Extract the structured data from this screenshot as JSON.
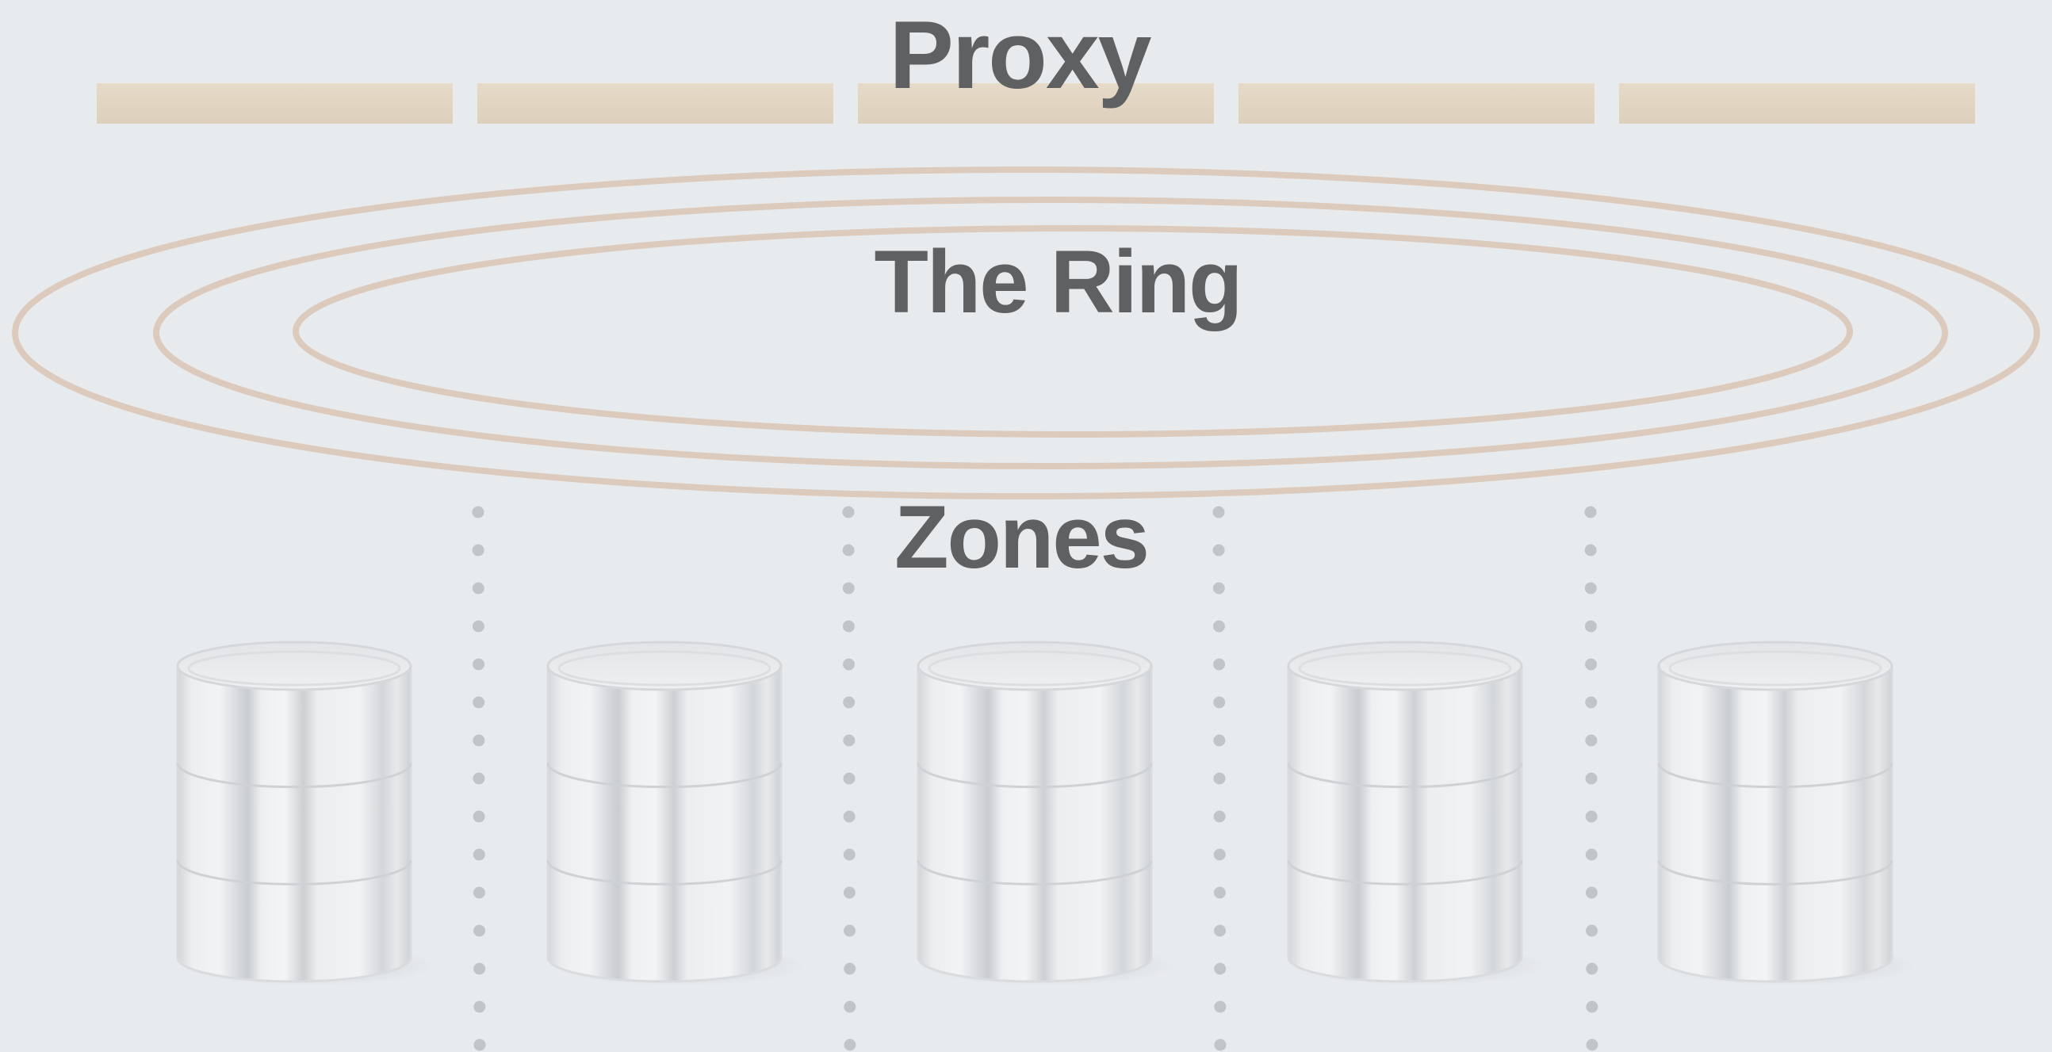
{
  "labels": {
    "proxy": "Proxy",
    "ring": "The Ring",
    "zones": "Zones"
  },
  "proxy": {
    "node_count": 5
  },
  "ring": {
    "ring_count": 3
  },
  "zones": {
    "zone_count": 5,
    "disk_stack_layers": 3
  },
  "colors": {
    "background": "#e8ebee",
    "text": "#5f6061",
    "proxy_bar_top": "#e6dac8",
    "proxy_bar_bottom": "#ddd0bb",
    "ring_stroke": "#dccbbd",
    "separator_dots": "#c2c5c8",
    "disk": "#d8dadd"
  }
}
